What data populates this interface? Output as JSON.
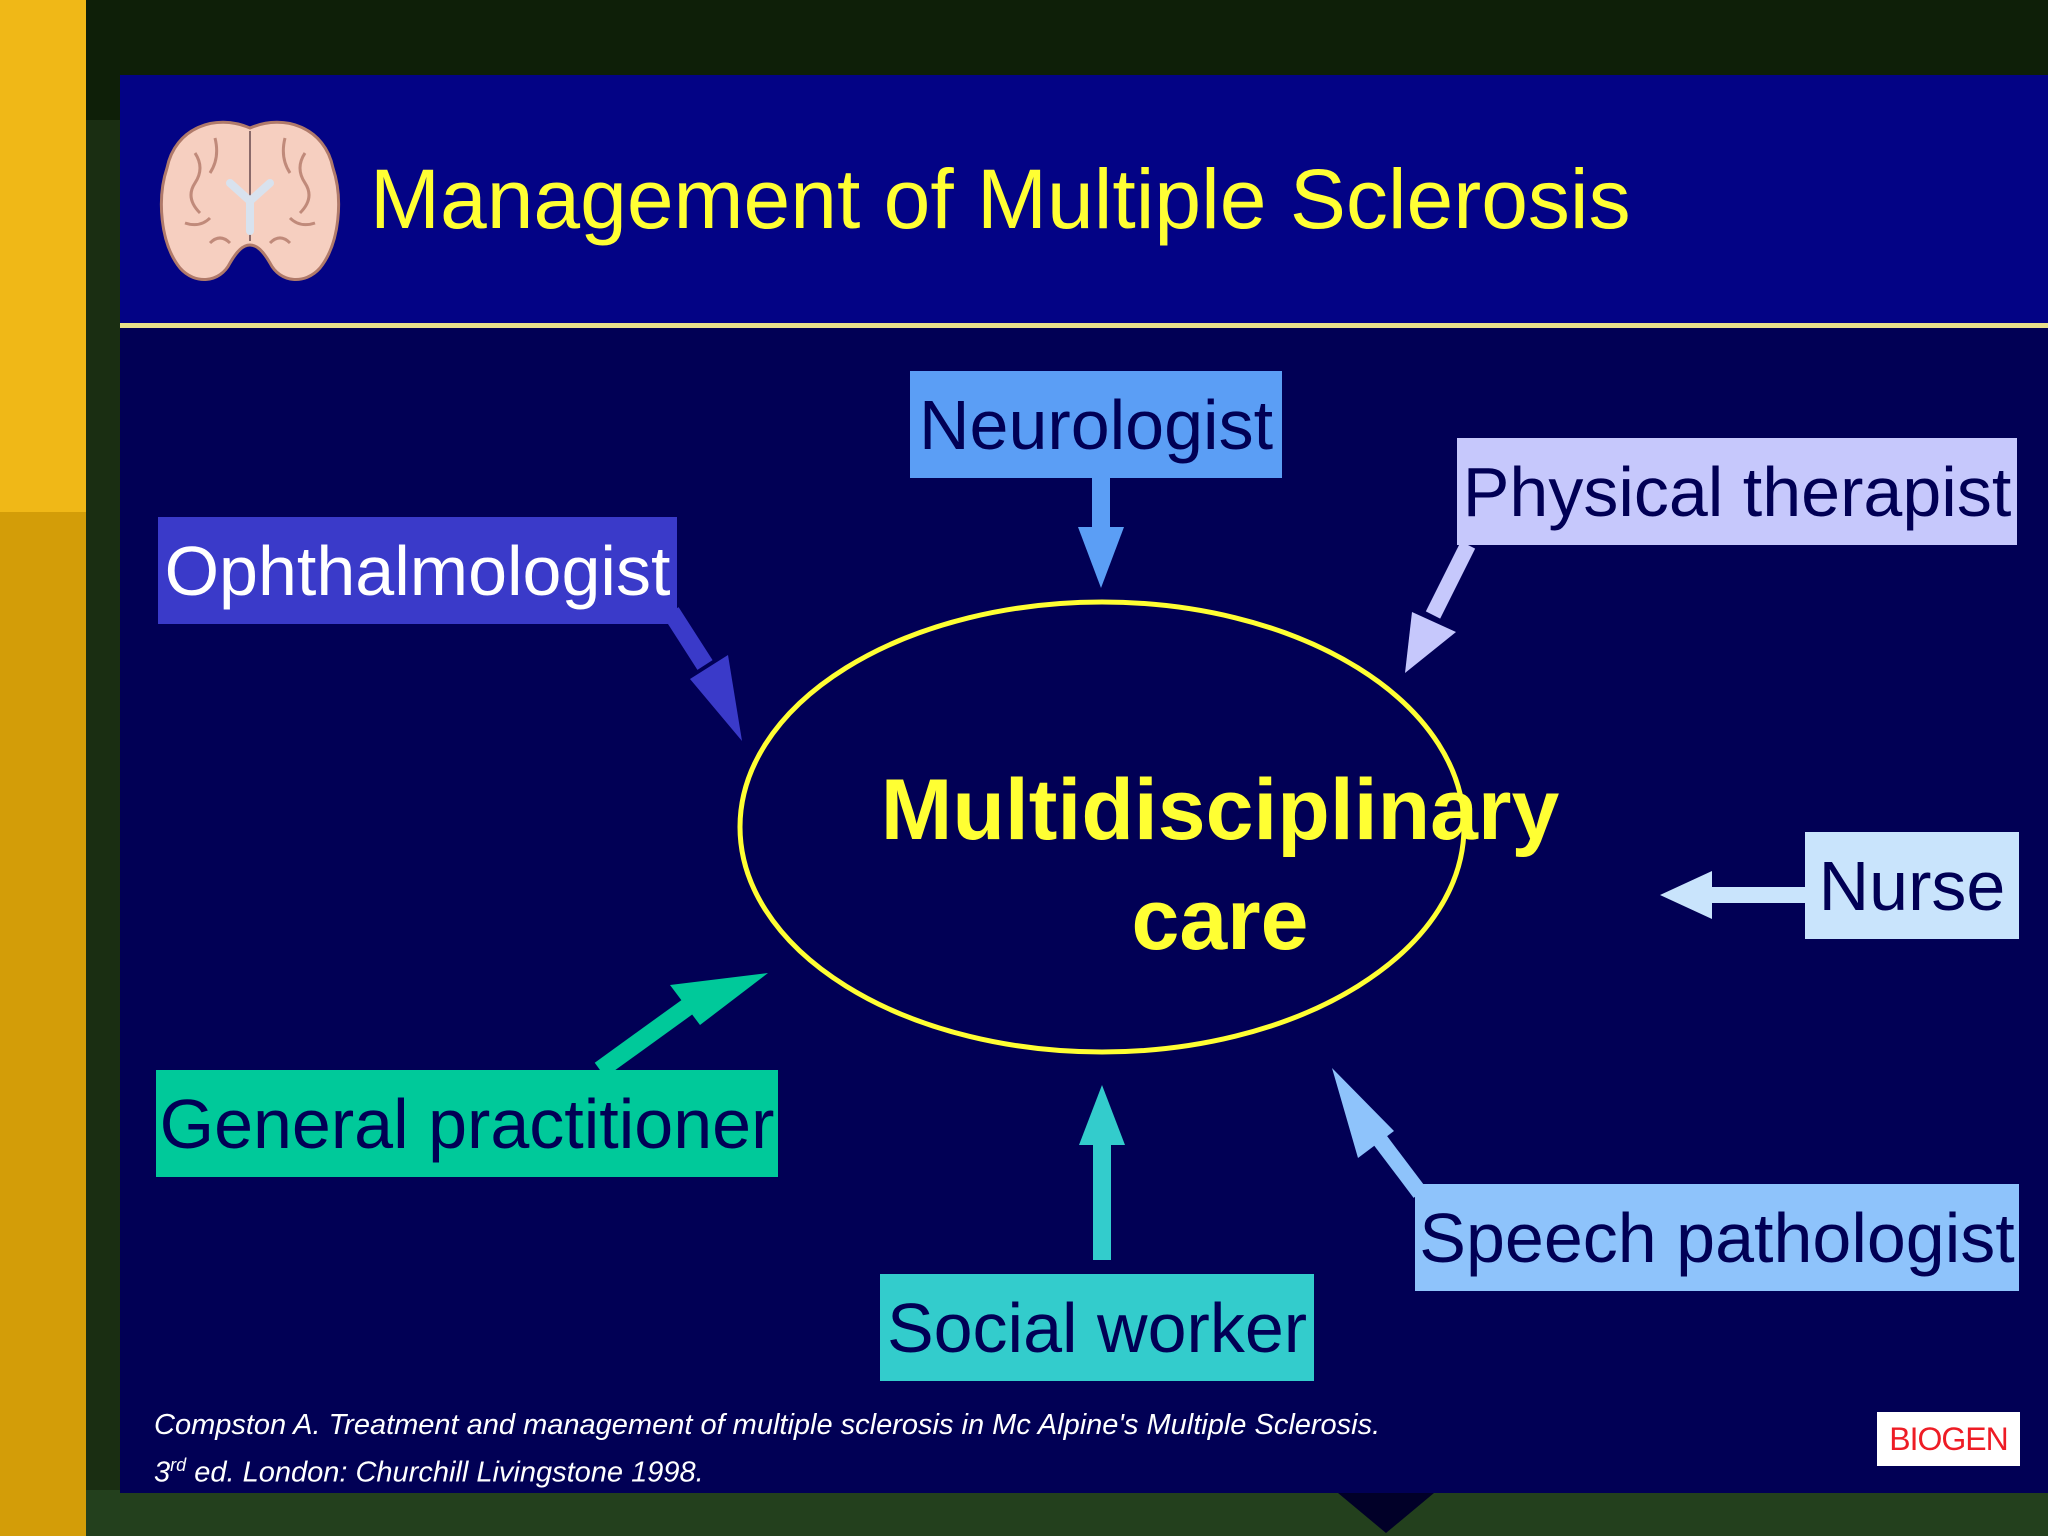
{
  "slide": {
    "title": "Management of Multiple Sclerosis",
    "center": {
      "line1": "Multidisciplinary",
      "line2": "care"
    },
    "roles": {
      "neurologist": "Neurologist",
      "physical_therapist": "Physical therapist",
      "ophthalmologist": "Ophthalmologist",
      "nurse": "Nurse",
      "general_practitioner": "General practitioner",
      "speech_pathologist": "Speech pathologist",
      "social_worker": "Social worker"
    },
    "citation": {
      "line1": "Compston A. Treatment and management of multiple sclerosis in Mc Alpine's Multiple Sclerosis.",
      "line2_pre": "3",
      "line2_sup": "rd",
      "line2_post": " ed. London: Churchill Livingstone 1998."
    },
    "logo": "BIOGEN"
  },
  "colors": {
    "title": "#ffff33",
    "slide_background": "#010055",
    "header_background": "#030385",
    "ellipse": "#ffff33",
    "neurologist": "#5b9ef5",
    "physical_therapist": "#c6c8fc",
    "ophthalmologist": "#3a3ac9",
    "nurse": "#c9e4fc",
    "general_practitioner": "#00c99a",
    "speech_pathologist": "#8ec3fb",
    "social_worker": "#33cccc"
  },
  "icons": {
    "header_image": "brain-icon"
  }
}
